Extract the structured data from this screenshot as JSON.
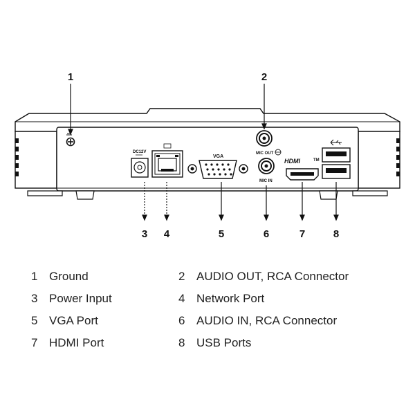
{
  "callouts": [
    "1",
    "2",
    "3",
    "4",
    "5",
    "6",
    "7",
    "8"
  ],
  "port_labels": {
    "dc": "DC12V",
    "vga": "VGA",
    "mic_out": "MIC OUT",
    "mic_in": "MIC IN",
    "hdmi": "HDMI",
    "hdmi_tm": "TM"
  },
  "legend": [
    {
      "num": "1",
      "label": "Ground"
    },
    {
      "num": "2",
      "label": "AUDIO OUT, RCA Connector"
    },
    {
      "num": "3",
      "label": "Power Input"
    },
    {
      "num": "4",
      "label": "Network Port"
    },
    {
      "num": "5",
      "label": "VGA Port"
    },
    {
      "num": "6",
      "label": "AUDIO IN, RCA Connector"
    },
    {
      "num": "7",
      "label": "HDMI Port"
    },
    {
      "num": "8",
      "label": "USB Ports"
    }
  ]
}
